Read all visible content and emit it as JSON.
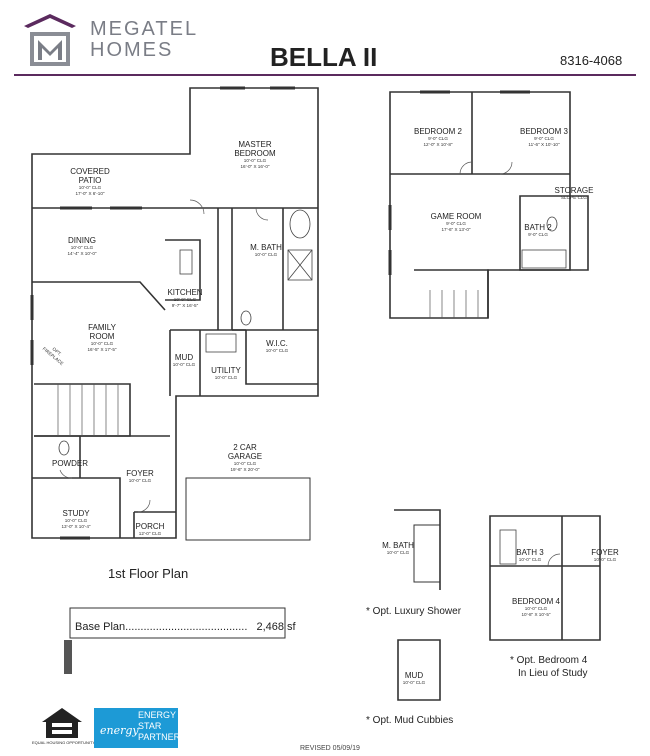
{
  "header": {
    "brand_line1": "MEGATEL",
    "brand_line2": "HOMES",
    "plan_name": "BELLA II",
    "plan_number": "8316-4068",
    "accent_color": "#5b2a5e",
    "logo_color": "#7a7d86"
  },
  "first_floor": {
    "caption": "1st Floor Plan",
    "rooms": {
      "covered_patio": {
        "name_1": "COVERED",
        "name_2": "PATIO",
        "clg": "10'-0\" CLG",
        "dims": "17'-0\" X 6'-10\""
      },
      "master_bedroom": {
        "name_1": "MASTER",
        "name_2": "BEDROOM",
        "clg": "10'-0\" CLG",
        "dims": "16'-0\" X 16'-0\""
      },
      "dining": {
        "name": "DINING",
        "clg": "10'-0\" CLG",
        "dims": "14'-4\" X 10'-0\""
      },
      "master_bath": {
        "name": "M. BATH",
        "clg": "10'-0\" CLG"
      },
      "kitchen": {
        "name": "KITCHEN",
        "clg": "10'-0\" CLG",
        "dims": "9'-7\" X 16'-5\""
      },
      "family_room": {
        "name_1": "FAMILY",
        "name_2": "ROOM",
        "clg": "10'-0\" CLG",
        "dims": "16'-5\" X 17'-5\""
      },
      "fireplace": {
        "line_1": "OPT.",
        "line_2": "FIREPLACE"
      },
      "wic": {
        "name": "W.I.C.",
        "clg": "10'-0\" CLG"
      },
      "mud": {
        "name": "MUD",
        "clg": "10'-0\" CLG"
      },
      "utility": {
        "name": "UTILITY",
        "clg": "10'-0\" CLG"
      },
      "garage": {
        "name": "2 CAR",
        "name_2": "GARAGE",
        "clg": "10'-0\" CLG",
        "dims": "19'-6\" X 20'-0\""
      },
      "powder": {
        "name": "POWDER"
      },
      "foyer": {
        "name": "FOYER",
        "clg": "10'-0\" CLG"
      },
      "study": {
        "name": "STUDY",
        "clg": "10'-0\" CLG",
        "dims": "13'-0\" X 10'-4\""
      },
      "porch": {
        "name": "PORCH",
        "clg": "12'-0\" CLG"
      }
    }
  },
  "second_floor": {
    "rooms": {
      "bedroom2": {
        "name": "BEDROOM 2",
        "clg": "9'-0\" CLG",
        "dims": "12'-0\" X 10'-8\""
      },
      "bedroom3": {
        "name": "BEDROOM 3",
        "clg": "9'-0\" CLG",
        "dims": "11'-6\" X 10'-10\""
      },
      "storage": {
        "name": "STORAGE",
        "clg": "SLOPE CLG"
      },
      "game_room": {
        "name": "GAME ROOM",
        "clg": "9'-0\" CLG",
        "dims": "17'-6\" X 13'-0\""
      },
      "bath2": {
        "name": "BATH 2",
        "clg": "9'-0\" CLG"
      }
    }
  },
  "options": {
    "luxury_shower": {
      "room": "M. BATH",
      "clg": "10'-0\" CLG",
      "note": "* Opt. Luxury Shower"
    },
    "bedroom4": {
      "bath": "BATH 3",
      "bath_clg": "10'-0\" CLG",
      "foyer": "FOYER",
      "foyer_clg": "10'-0\" CLG",
      "room": "BEDROOM 4",
      "clg": "10'-0\" CLG",
      "dims": "10'-8\" X 10'-5\"",
      "note_1": "* Opt. Bedroom 4",
      "note_2": "In Lieu of Study"
    },
    "mud_cubbies": {
      "room": "MUD",
      "clg": "10'-0\" CLG",
      "note": "* Opt. Mud Cubbies"
    }
  },
  "base_plan": {
    "label": "Base Plan",
    "dots": "........................................",
    "value": "2,468 sf"
  },
  "footer": {
    "eho_text": "EQUAL HOUSING OPPORTUNITY",
    "energy_script": "energy",
    "energy_line1": "ENERGY",
    "energy_line2": "STAR",
    "energy_line3": "PARTNER",
    "energy_color": "#1d9ad6",
    "revised": "REVISED 05/09/19"
  }
}
